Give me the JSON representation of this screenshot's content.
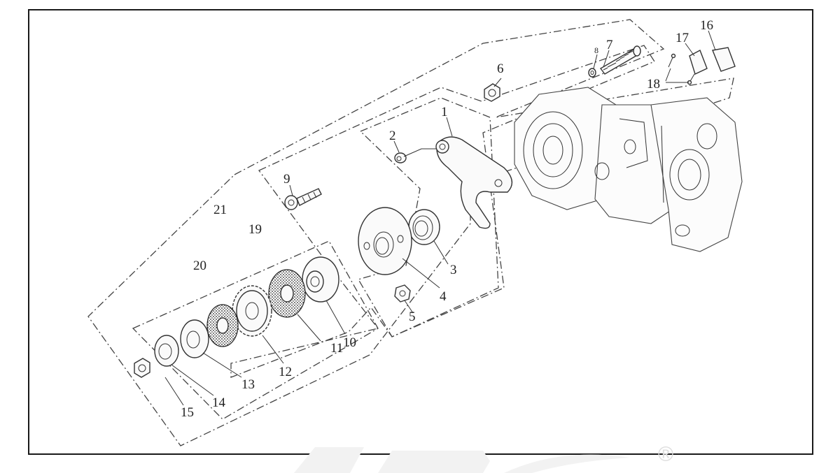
{
  "callouts": {
    "c1": "1",
    "c2": "2",
    "c3": "3",
    "c4": "4",
    "c5": "5",
    "c6": "6",
    "c7": "7",
    "c8": "8",
    "c9": "9",
    "c10": "10",
    "c11": "11",
    "c12": "12",
    "c13": "13",
    "c14": "14",
    "c15": "15",
    "c16": "16",
    "c17": "17",
    "c18": "18",
    "c19": "19",
    "c20": "20",
    "c21": "21"
  },
  "watermark": {
    "registered_mark": "®"
  }
}
